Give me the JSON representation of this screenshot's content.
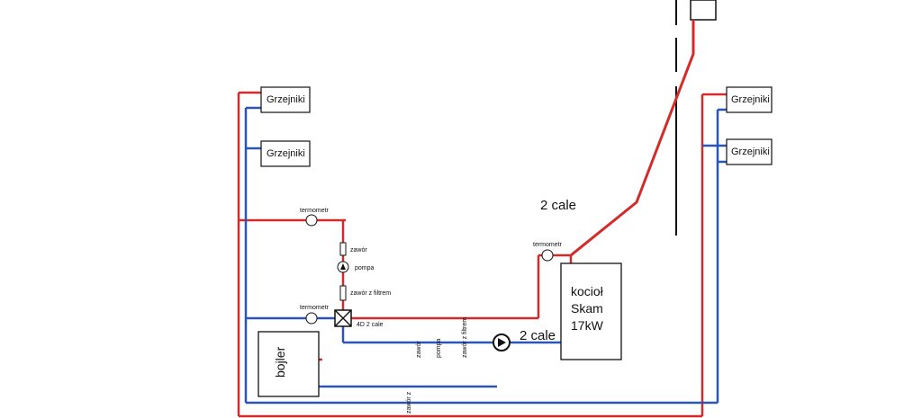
{
  "colors": {
    "hot": "#d42a2a",
    "cold": "#2a55b8",
    "line": "#111111"
  },
  "components": {
    "radiator_label": "Grzejniki",
    "boiler_line1": "kocioł",
    "boiler_line2": "Skam",
    "boiler_line3": "17kW",
    "tank": "bojler",
    "thermometer": "termometr",
    "valve": "zawór",
    "pump": "pompa",
    "valve_filter": "zawór z filtrem",
    "mixing_valve": "4D 2 cale",
    "pipe_size": "2 cale",
    "valve_bottom": "zawór z"
  }
}
